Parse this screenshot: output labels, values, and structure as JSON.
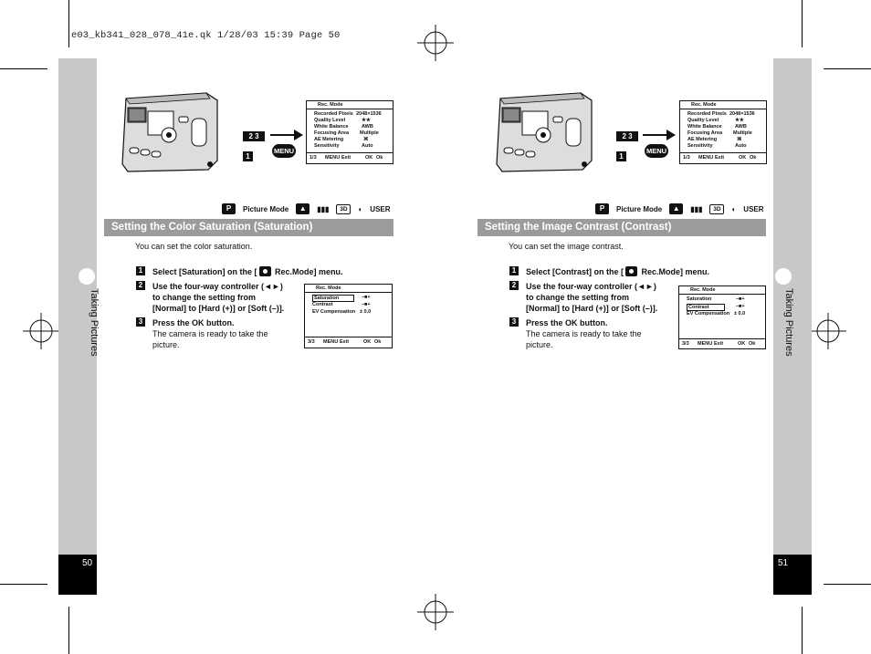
{
  "slug": "e03_kb341_028_078_41e.qk  1/28/03  15:39  Page 50",
  "left": {
    "tab_label": "Taking Pictures",
    "page_number": "50",
    "mode_icons": {
      "p": "P",
      "picture_mode": "Picture Mode",
      "threed": "3D",
      "user": "USER"
    },
    "callouts": {
      "steps_23": "2 3",
      "step_1": "1",
      "menu": "MENU"
    },
    "lcd_top": {
      "tab": "Rec. Mode",
      "rows": [
        {
          "label": "Recorded Pixels",
          "value": "2048×1536"
        },
        {
          "label": "Quality Level",
          "value": "★★"
        },
        {
          "label": "White Balance",
          "value": "AWB"
        },
        {
          "label": "Focusing Area",
          "value": "Multiple"
        },
        {
          "label": "AE Metering",
          "value": "⌘"
        },
        {
          "label": "Sensitivity",
          "value": "Auto"
        }
      ],
      "page": "1/3",
      "menu": "MENU",
      "exit": "Exit",
      "ok_icon": "OK",
      "ok": "Ok"
    },
    "section_title": "Setting the Color Saturation (Saturation)",
    "intro": "You can set the color saturation.",
    "steps": [
      {
        "num": "1",
        "pre": "Select [Saturation] on the [",
        "post": " Rec.Mode] menu."
      },
      {
        "num": "2",
        "line1": "Use the four-way controller (◄►)",
        "line2": "to change the setting from",
        "line3": "[Normal] to [Hard (+)] or [Soft (–)]."
      },
      {
        "num": "3",
        "line1": "Press the OK button.",
        "line2": "The camera is ready to take the",
        "line3": "picture."
      }
    ],
    "lcd_small": {
      "tab": "Rec. Mode",
      "rows": [
        {
          "label": "Saturation",
          "value": "–■+"
        },
        {
          "label": "Contrast",
          "value": "–■+"
        },
        {
          "label": "EV Compensation",
          "value": "± 0.0"
        }
      ],
      "page": "3/3",
      "menu": "MENU",
      "exit": "Exit",
      "ok_icon": "OK",
      "ok": "Ok"
    }
  },
  "right": {
    "tab_label": "Taking Pictures",
    "page_number": "51",
    "mode_icons": {
      "p": "P",
      "picture_mode": "Picture Mode",
      "threed": "3D",
      "user": "USER"
    },
    "callouts": {
      "steps_23": "2 3",
      "step_1": "1",
      "menu": "MENU"
    },
    "lcd_top": {
      "tab": "Rec. Mode",
      "rows": [
        {
          "label": "Recorded Pixels",
          "value": "2048×1536"
        },
        {
          "label": "Quality Level",
          "value": "★★"
        },
        {
          "label": "White Balance",
          "value": "AWB"
        },
        {
          "label": "Focusing Area",
          "value": "Multiple"
        },
        {
          "label": "AE Metering",
          "value": "⌘"
        },
        {
          "label": "Sensitivity",
          "value": "Auto"
        }
      ],
      "page": "1/3",
      "menu": "MENU",
      "exit": "Exit",
      "ok_icon": "OK",
      "ok": "Ok"
    },
    "section_title": "Setting the Image Contrast (Contrast)",
    "intro": "You can set the image contrast.",
    "steps": [
      {
        "num": "1",
        "pre": "Select [Contrast] on the [",
        "post": " Rec.Mode] menu."
      },
      {
        "num": "2",
        "line1": "Use the four-way controller (◄►)",
        "line2": "to change the setting from",
        "line3": "[Normal] to [Hard (+)] or [Soft (–)]."
      },
      {
        "num": "3",
        "line1": "Press the OK button.",
        "line2": "The camera is ready to take the",
        "line3": "picture."
      }
    ],
    "lcd_small": {
      "tab": "Rec. Mode",
      "rows": [
        {
          "label": "Saturation",
          "value": "–■+"
        },
        {
          "label": "Contrast",
          "value": "–■+"
        },
        {
          "label": "EV Compensation",
          "value": "± 0.0"
        }
      ],
      "page": "3/3",
      "menu": "MENU",
      "exit": "Exit",
      "ok_icon": "OK",
      "ok": "Ok"
    }
  }
}
